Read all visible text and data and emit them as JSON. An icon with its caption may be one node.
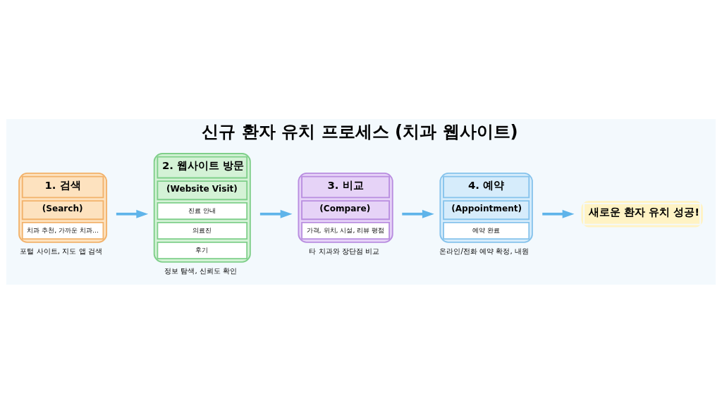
{
  "diagram": {
    "title": "신규 환자 유치 프로세스 (치과 웹사이트)",
    "nodes": [
      {
        "text": [
          "1. 검색",
          "(Search)",
          "치과 추천, 가까운 치과..."
        ],
        "beside": [
          "포털 사이트, 지도 앱 검색"
        ]
      },
      {
        "text": [
          "2. 웹사이트 방문",
          "(Website Visit)",
          "진료 안내",
          "의료진",
          "후기"
        ],
        "beside": [
          "정보 탐색, 신뢰도 확인"
        ]
      },
      {
        "text": [
          "3. 비교",
          "(Compare)",
          "가격, 위치, 시설, 리뷰 평점"
        ],
        "beside": [
          "타 치과와 장단점 비교"
        ]
      },
      {
        "text": [
          "4. 예약",
          "(Appointment)",
          "예약 완료"
        ],
        "beside": [
          "온라인/전화 예약 확정, 내원"
        ]
      },
      {
        "text": [
          "새로운 환자 유치 성공!"
        ]
      }
    ],
    "edges": [
      {
        "from": 0,
        "to": 1,
        "arrow": "to"
      },
      {
        "from": 1,
        "to": 2,
        "arrow": "to"
      },
      {
        "from": 2,
        "to": 3,
        "arrow": "to"
      },
      {
        "from": 3,
        "to": 4,
        "arrow": "to"
      }
    ]
  }
}
